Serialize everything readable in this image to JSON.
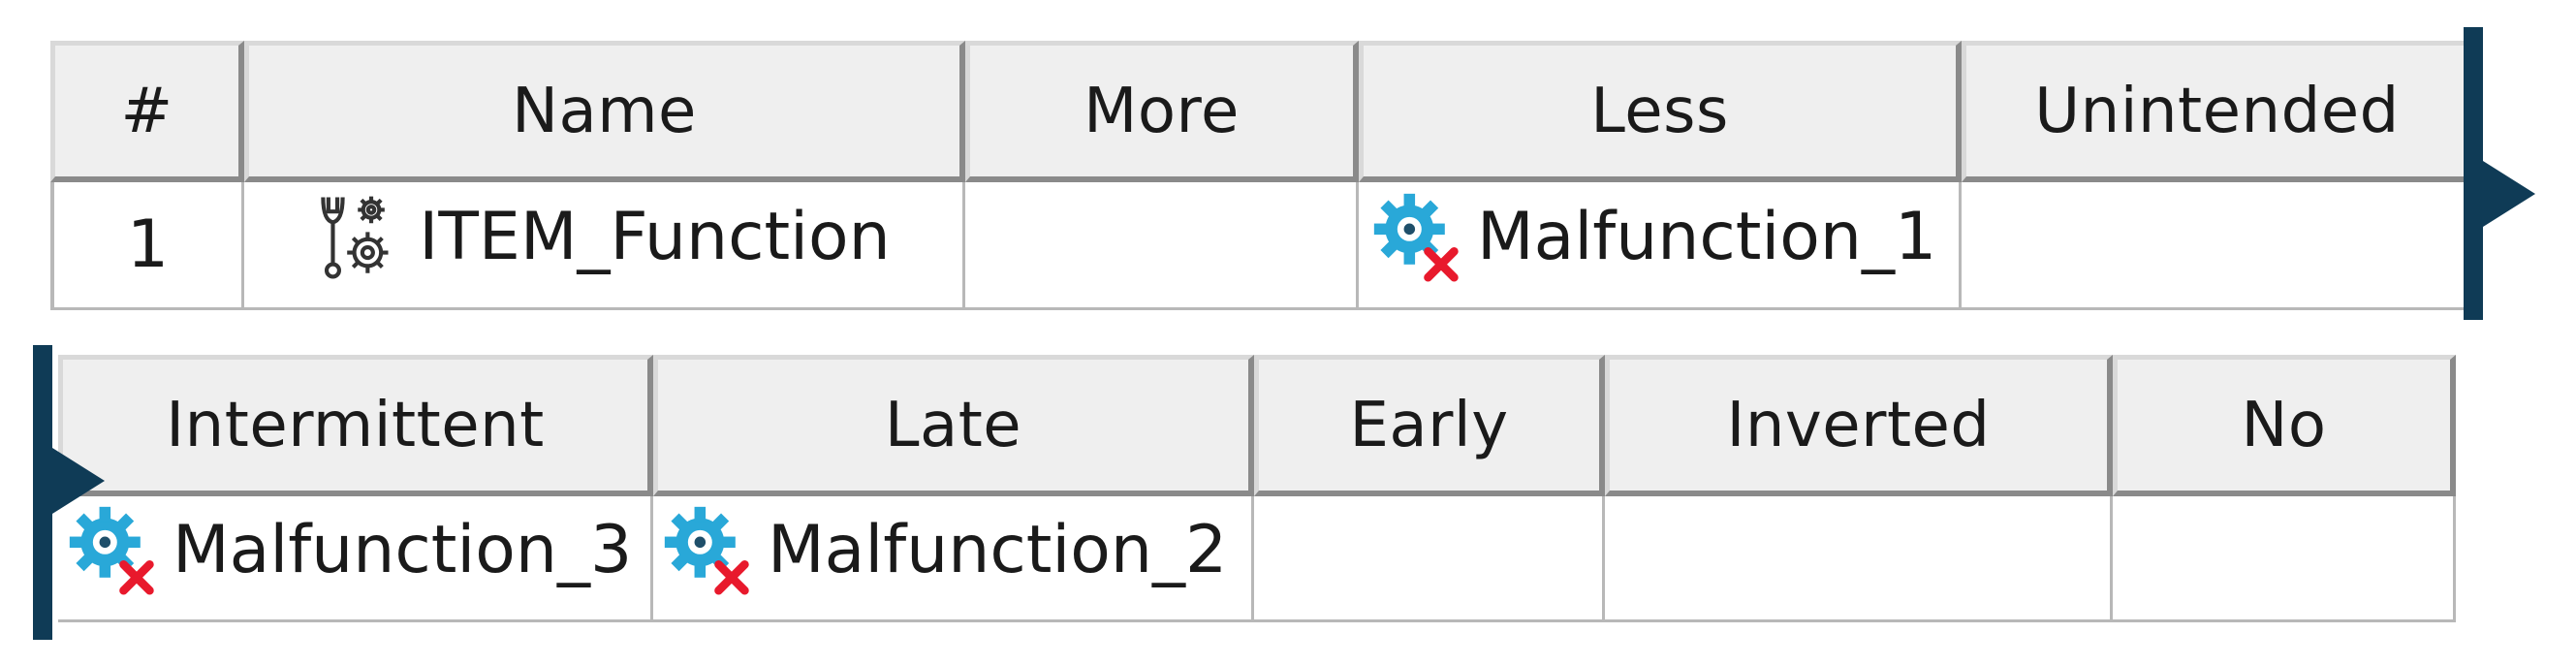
{
  "table1": {
    "headers": [
      "#",
      "Name",
      "More",
      "Less",
      "Unintended"
    ],
    "row": {
      "index": "1",
      "name": "ITEM_Function",
      "more": "",
      "less": "Malfunction_1",
      "unintended": ""
    }
  },
  "table2": {
    "headers": [
      "Intermittent",
      "Late",
      "Early",
      "Inverted",
      "No"
    ],
    "row": {
      "intermittent": "Malfunction_3",
      "late": "Malfunction_2",
      "early": "",
      "inverted": "",
      "no": ""
    }
  },
  "colors": {
    "connector": "#0f3b56",
    "gear": "#29a8d8",
    "error_x": "#e8192c"
  },
  "icons": {
    "function": "wrench-gears-icon",
    "malfunction": "malfunction-gear-icon"
  }
}
